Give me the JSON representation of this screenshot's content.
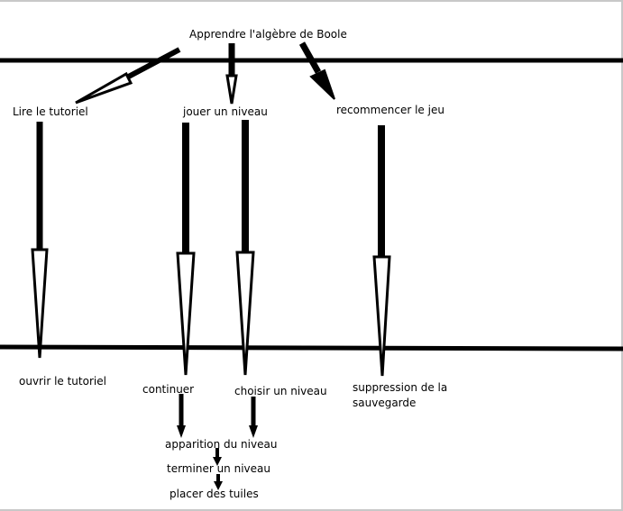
{
  "root": {
    "label": "Apprendre l'algèbre de Boole"
  },
  "actions": {
    "read_tutorial": "Lire le tutoriel",
    "play_level": "jouer un niveau",
    "restart_game": "recommencer le jeu"
  },
  "results": {
    "open_tutorial": "ouvrir le tutoriel",
    "continue": "continuer",
    "choose_level": "choisir un niveau",
    "delete_save": "suppression de la sauvegarde"
  },
  "steps": {
    "level_appears": "apparition du niveau",
    "finish_level": "terminer un niveau",
    "place_tiles": "placer des tuiles"
  },
  "colors": {
    "ink": "#000000",
    "background": "#ffffff",
    "frame": "#c8c8c8"
  }
}
